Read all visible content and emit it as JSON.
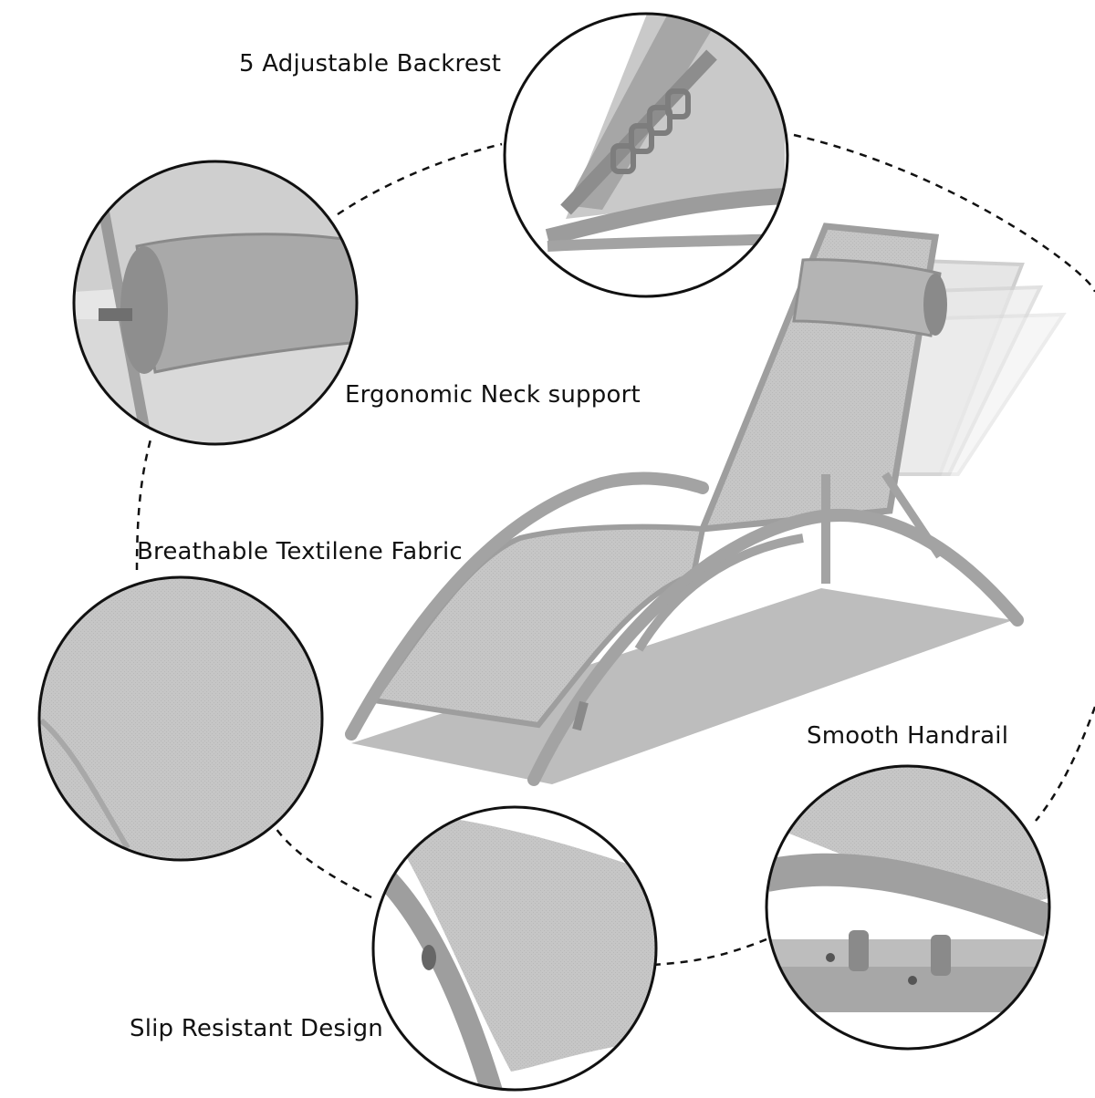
{
  "features": {
    "backrest": "5 Adjustable Backrest",
    "neck_support": "Ergonomic Neck support",
    "fabric": "Breathable Textilene Fabric",
    "handrail": "Smooth Handrail",
    "slip_resistant": "Slip Resistant Design"
  },
  "colors": {
    "background": "#ffffff",
    "frame": "#9e9e9e",
    "fabric": "#c4c4c4",
    "shadow": "#bdbdbd",
    "outline": "#111111",
    "text": "#111111"
  }
}
